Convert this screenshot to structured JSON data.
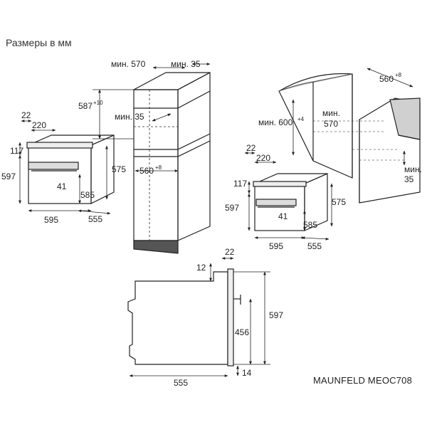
{
  "header": {
    "title": "Размеры в мм"
  },
  "footer": {
    "brand": "MAUNFELD MEOC708"
  },
  "view_tall_cabinet": {
    "min570": "мин. 570",
    "min35_top": "мин. 35",
    "h587": "587",
    "h587_tol": "+10",
    "min35_mid": "мин. 35",
    "w560": "560",
    "w560_tol": "+8"
  },
  "view_oven_left": {
    "d22": "22",
    "d220": "220",
    "d117": "117",
    "d597": "597",
    "d41": "41",
    "d575": "575",
    "d585": "585",
    "d595": "595",
    "d555": "555"
  },
  "view_worktop": {
    "w560": "560",
    "w560_tol": "+8",
    "min600": "мин. 600",
    "min600_tol": "+4",
    "min570_a": "мин.",
    "min570_b": "570",
    "min35_a": "мин.",
    "min35_b": "35"
  },
  "view_oven_right": {
    "d22": "22",
    "d220": "220",
    "d117": "117",
    "d597": "597",
    "d41": "41",
    "d575": "575",
    "d585": "585",
    "d595": "595",
    "d555": "555"
  },
  "view_side": {
    "d22": "22",
    "d12": "12",
    "d597": "597",
    "d456": "456",
    "d555": "555",
    "d14": "14"
  }
}
